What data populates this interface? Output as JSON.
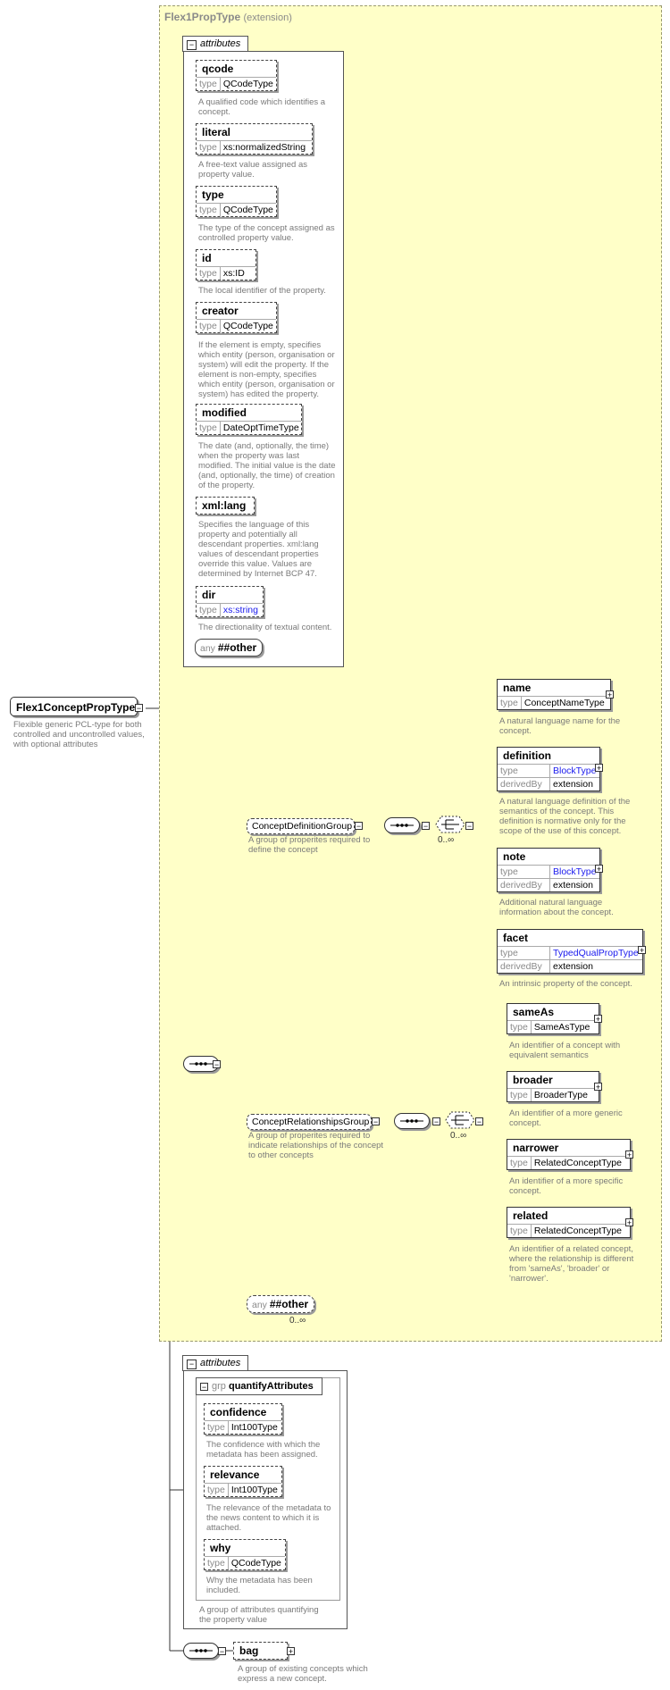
{
  "extension": {
    "title": "Flex1PropType",
    "subtitle": "(extension)"
  },
  "attributes_tab": "attributes",
  "attributes": [
    {
      "name": "qcode",
      "type_label": "type",
      "type": "QCodeType",
      "desc": [
        "A qualified code which identifies a",
        "concept."
      ]
    },
    {
      "name": "literal",
      "type_label": "type",
      "type": "xs:normalizedString",
      "desc": [
        "A free-text value assigned as",
        "property value."
      ]
    },
    {
      "name": "type",
      "type_label": "type",
      "type": "QCodeType",
      "desc": [
        "The type of the concept assigned as",
        "controlled property value."
      ]
    },
    {
      "name": "id",
      "type_label": "type",
      "type": "xs:ID",
      "desc": [
        "The local identifier of the property."
      ]
    },
    {
      "name": "creator",
      "type_label": "type",
      "type": "QCodeType",
      "desc": [
        "If the element is empty, specifies",
        "which entity (person, organisation or",
        "system) will edit the property. If the",
        "element is non-empty, specifies",
        "which entity (person, organisation or",
        "system) has edited the property."
      ]
    },
    {
      "name": "modified",
      "type_label": "type",
      "type": "DateOptTimeType",
      "desc": [
        "The date (and, optionally, the time)",
        "when the property was last",
        "modified. The initial value is the date",
        "(and, optionally, the time) of creation",
        "of the property."
      ]
    },
    {
      "name": "xml:lang",
      "desc": [
        "Specifies the language of this",
        "property and potentially all",
        "descendant properties. xml:lang",
        "values of descendant properties",
        "override this value. Values are",
        "determined by Internet BCP 47."
      ]
    },
    {
      "name": "dir",
      "type_label": "type",
      "type": "xs:string",
      "desc": [
        "The directionality of textual content."
      ]
    }
  ],
  "any_other": {
    "any": "any",
    "label": "##other"
  },
  "root": {
    "name": "Flex1ConceptPropType",
    "desc": [
      "Flexible generic PCL-type for both",
      "controlled and uncontrolled values,",
      "with optional attributes"
    ]
  },
  "concept_definition_group": {
    "name": "ConceptDefinitionGroup",
    "desc": [
      "A group of properites required to",
      "define the concept"
    ],
    "card": "0..∞",
    "children": [
      {
        "name": "name",
        "rows": [
          [
            "type",
            "ConceptNameType"
          ]
        ],
        "desc": [
          "A natural language name for the",
          "concept."
        ]
      },
      {
        "name": "definition",
        "rows": [
          [
            "type",
            "BlockType"
          ],
          [
            "derivedBy",
            "extension"
          ]
        ],
        "desc": [
          "A natural language definition of the",
          "semantics of the concept. This",
          "definition is normative only for the",
          "scope of the use of this concept."
        ]
      },
      {
        "name": "note",
        "rows": [
          [
            "type",
            "BlockType"
          ],
          [
            "derivedBy",
            "extension"
          ]
        ],
        "desc": [
          "Additional natural language",
          "information about the concept."
        ]
      },
      {
        "name": "facet",
        "rows": [
          [
            "type",
            "TypedQualPropType"
          ],
          [
            "derivedBy",
            "extension"
          ]
        ],
        "desc": [
          "An intrinsic property of the concept."
        ]
      }
    ]
  },
  "concept_relationships_group": {
    "name": "ConceptRelationshipsGroup",
    "desc": [
      "A group of properites required to",
      "indicate relationships of the concept",
      "to other concepts"
    ],
    "card": "0..∞",
    "children": [
      {
        "name": "sameAs",
        "rows": [
          [
            "type",
            "SameAsType"
          ]
        ],
        "desc": [
          "An identifier of a concept with",
          "equivalent semantics"
        ]
      },
      {
        "name": "broader",
        "rows": [
          [
            "type",
            "BroaderType"
          ]
        ],
        "desc": [
          "An identifier of a more generic",
          "concept."
        ]
      },
      {
        "name": "narrower",
        "rows": [
          [
            "type",
            "RelatedConceptType"
          ]
        ],
        "desc": [
          "An identifier of a more specific",
          "concept."
        ]
      },
      {
        "name": "related",
        "rows": [
          [
            "type",
            "RelatedConceptType"
          ]
        ],
        "desc": [
          "An identifier of a related concept,",
          "where the relationship is different",
          "from 'sameAs', 'broader' or",
          "'narrower'."
        ]
      }
    ]
  },
  "any_other_element": {
    "any": "any",
    "label": "##other",
    "card": "0..∞"
  },
  "attributes2": {
    "tab": "attributes",
    "group_prefix": "grp",
    "group_name": "quantifyAttributes",
    "items": [
      {
        "name": "confidence",
        "type_label": "type",
        "type": "Int100Type",
        "desc": [
          "The confidence with which the",
          "metadata has been assigned."
        ]
      },
      {
        "name": "relevance",
        "type_label": "type",
        "type": "Int100Type",
        "desc": [
          "The relevance of the metadata to",
          "the news content to which it is",
          "attached."
        ]
      },
      {
        "name": "why",
        "type_label": "type",
        "type": "QCodeType",
        "desc": [
          "Why the metadata has been",
          "included."
        ]
      }
    ],
    "group_desc": [
      "A group of attributes quantifying",
      "the property value"
    ]
  },
  "bag": {
    "name": "bag",
    "desc": [
      "A group of existing concepts which",
      "express a new concept."
    ]
  },
  "colors": {
    "extension_bg": "#ffffc8",
    "link_blue": "#1a1aee",
    "desc_gray": "#7a7a7a"
  }
}
